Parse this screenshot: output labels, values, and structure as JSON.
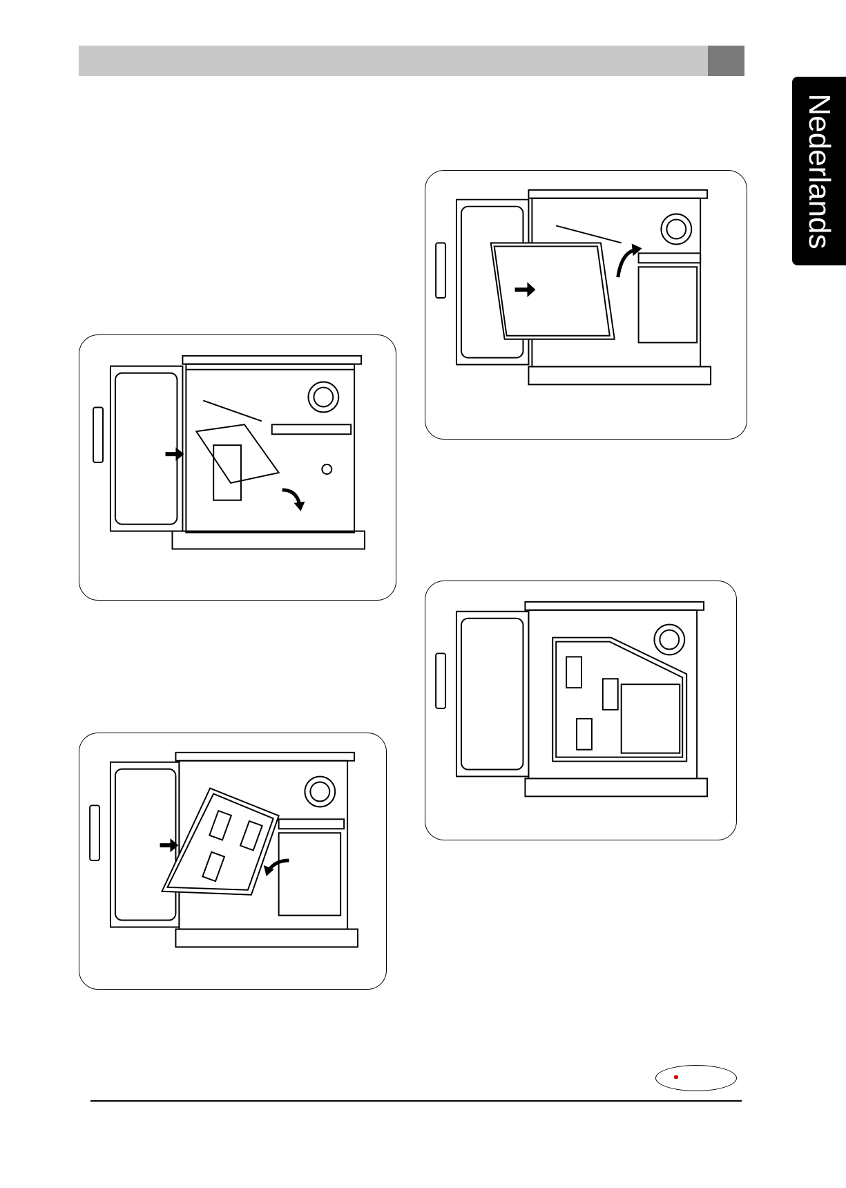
{
  "header": {
    "bar_color": "#c8c8c8",
    "accent_color": "#7a7a7a"
  },
  "language_tab": {
    "label": "Nederlands",
    "background": "#000000",
    "text_color": "#ffffff"
  },
  "figures": [
    {
      "id": "fig1",
      "description_icon": "dishwasher-cover-removal-step",
      "arrows": 2
    },
    {
      "id": "fig2",
      "description_icon": "dishwasher-cover-lift-step",
      "arrows": 2
    },
    {
      "id": "fig3",
      "description_icon": "dishwasher-panel-tilt-step",
      "arrows": 2
    },
    {
      "id": "fig4",
      "description_icon": "dishwasher-panel-installed-step",
      "arrows": 0
    }
  ],
  "footer": {
    "logo_icon": "brand-logo-oval",
    "logo_accent_color": "#d40000"
  }
}
